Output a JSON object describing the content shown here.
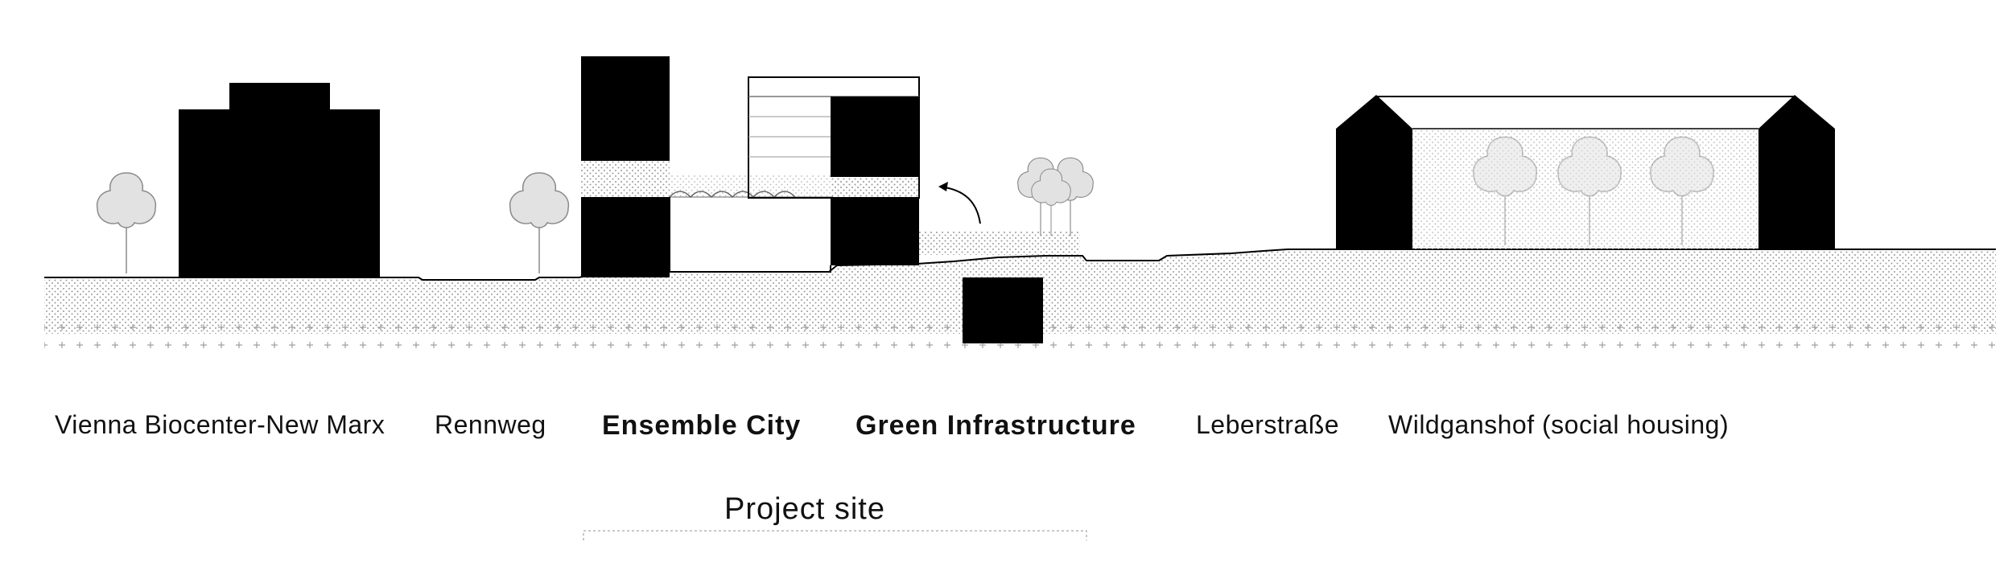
{
  "labels": {
    "vienna": "Vienna Biocenter-New Marx",
    "rennweg": "Rennweg",
    "ensemble": "Ensemble City",
    "green": "Green Infrastructure",
    "leber": "Leberstraße",
    "wildgans": "Wildganshof (social housing)",
    "project": "Project site"
  },
  "colors": {
    "ink": "#000000",
    "ground_dot": "#9a9a9a",
    "tree_fill": "#e2e2e2",
    "tree_stroke": "#8a8a8a",
    "bracket": "#b5b5b5"
  }
}
